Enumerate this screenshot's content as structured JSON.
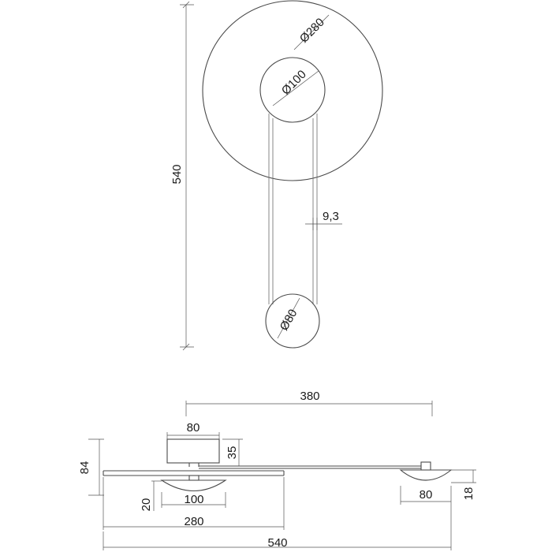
{
  "front_view": {
    "overall_height": "540",
    "large_disc_diameter": "Ø280",
    "center_disc_diameter": "Ø100",
    "rod_gap": "9,3",
    "small_disc_diameter": "Ø80"
  },
  "side_view": {
    "span": "380",
    "mount_width": "80",
    "mount_depth": "35",
    "overall_depth": "84",
    "shade_depth": "20",
    "left_shade_width": "100",
    "right_shade_width": "80",
    "right_shade_depth": "18",
    "plate_width": "280",
    "overall_width": "540"
  }
}
